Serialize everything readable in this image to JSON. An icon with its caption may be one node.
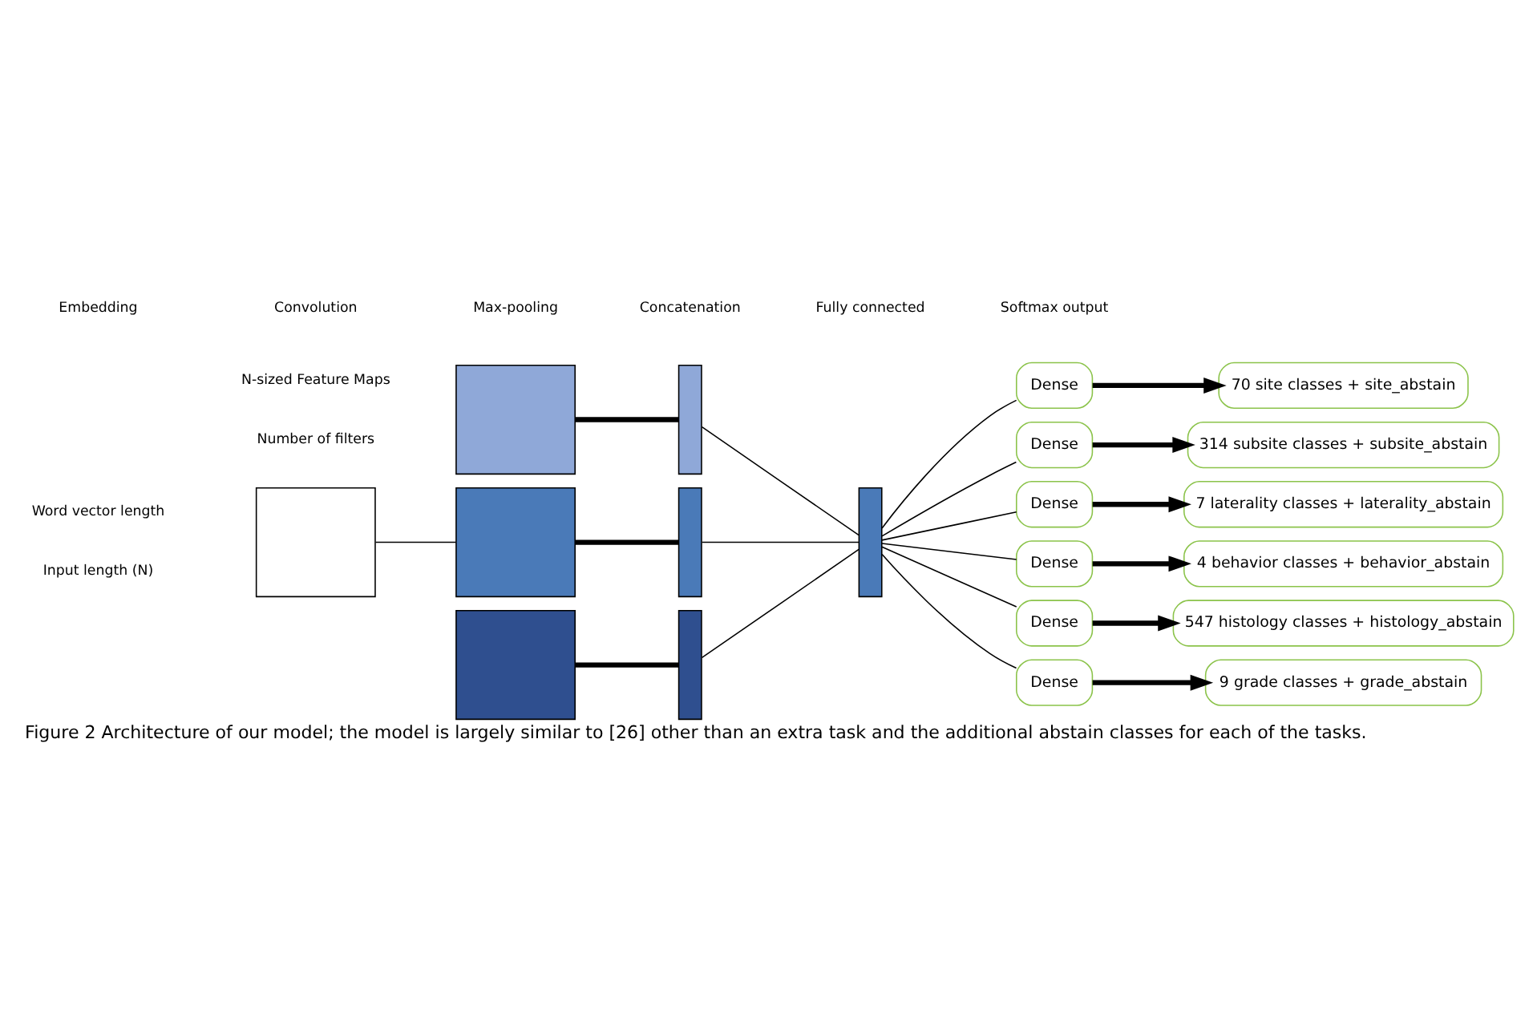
{
  "diagram": {
    "caption": "Figure 2 Architecture of our model; the model is largely similar to [26] other than an extra task and the additional abstain classes for each of the tasks.",
    "nodes": [
      {
        "text": [],
        "shape": "box"
      },
      {
        "text": [],
        "shape": "box"
      },
      {
        "text": [],
        "shape": "box"
      },
      {
        "text": [],
        "shape": "box"
      },
      {
        "text": [],
        "shape": "bar"
      },
      {
        "text": [],
        "shape": "bar"
      },
      {
        "text": [],
        "shape": "bar"
      },
      {
        "text": [],
        "shape": "bar"
      },
      {
        "text": [
          "Dense"
        ]
      },
      {
        "text": [
          "Dense"
        ]
      },
      {
        "text": [
          "Dense"
        ]
      },
      {
        "text": [
          "Dense"
        ]
      },
      {
        "text": [
          "Dense"
        ]
      },
      {
        "text": [
          "Dense"
        ]
      },
      {
        "text": [
          "70 site classes + site_abstain"
        ]
      },
      {
        "text": [
          "314 subsite classes + subsite_abstain"
        ]
      },
      {
        "text": [
          "7 laterality classes + laterality_abstain"
        ]
      },
      {
        "text": [
          "4 behavior classes + behavior_abstain"
        ]
      },
      {
        "text": [
          "547 histology classes + histology_abstain"
        ]
      },
      {
        "text": [
          "9 grade classes + grade_abstain"
        ]
      }
    ],
    "edges": [
      {
        "from": 0,
        "to": 2,
        "arrow": "none"
      },
      {
        "from": 1,
        "to": 4,
        "arrow": "none",
        "style": "thick"
      },
      {
        "from": 2,
        "to": 5,
        "arrow": "none",
        "style": "thick"
      },
      {
        "from": 3,
        "to": 6,
        "arrow": "none",
        "style": "thick"
      },
      {
        "from": 4,
        "to": 7,
        "arrow": "none"
      },
      {
        "from": 5,
        "to": 7,
        "arrow": "none"
      },
      {
        "from": 6,
        "to": 7,
        "arrow": "none"
      },
      {
        "from": 7,
        "to": 8,
        "arrow": "none"
      },
      {
        "from": 7,
        "to": 9,
        "arrow": "none"
      },
      {
        "from": 7,
        "to": 10,
        "arrow": "none"
      },
      {
        "from": 7,
        "to": 11,
        "arrow": "none"
      },
      {
        "from": 7,
        "to": 12,
        "arrow": "none"
      },
      {
        "from": 7,
        "to": 13,
        "arrow": "none"
      },
      {
        "from": 8,
        "to": 14,
        "arrow": "to",
        "style": "thick"
      },
      {
        "from": 9,
        "to": 15,
        "arrow": "to",
        "style": "thick"
      },
      {
        "from": 10,
        "to": 16,
        "arrow": "to",
        "style": "thick"
      },
      {
        "from": 11,
        "to": 17,
        "arrow": "to",
        "style": "thick"
      },
      {
        "from": 12,
        "to": 18,
        "arrow": "to",
        "style": "thick"
      },
      {
        "from": 13,
        "to": 19,
        "arrow": "to",
        "style": "thick"
      }
    ],
    "labels": [
      "N-sized Feature Maps",
      "Number of filters",
      "Word vector length",
      "Input length (N)",
      "Embedding",
      "Convolution",
      "Max-pooling",
      "Concatenation",
      "Fully connected",
      "Softmax output"
    ]
  }
}
